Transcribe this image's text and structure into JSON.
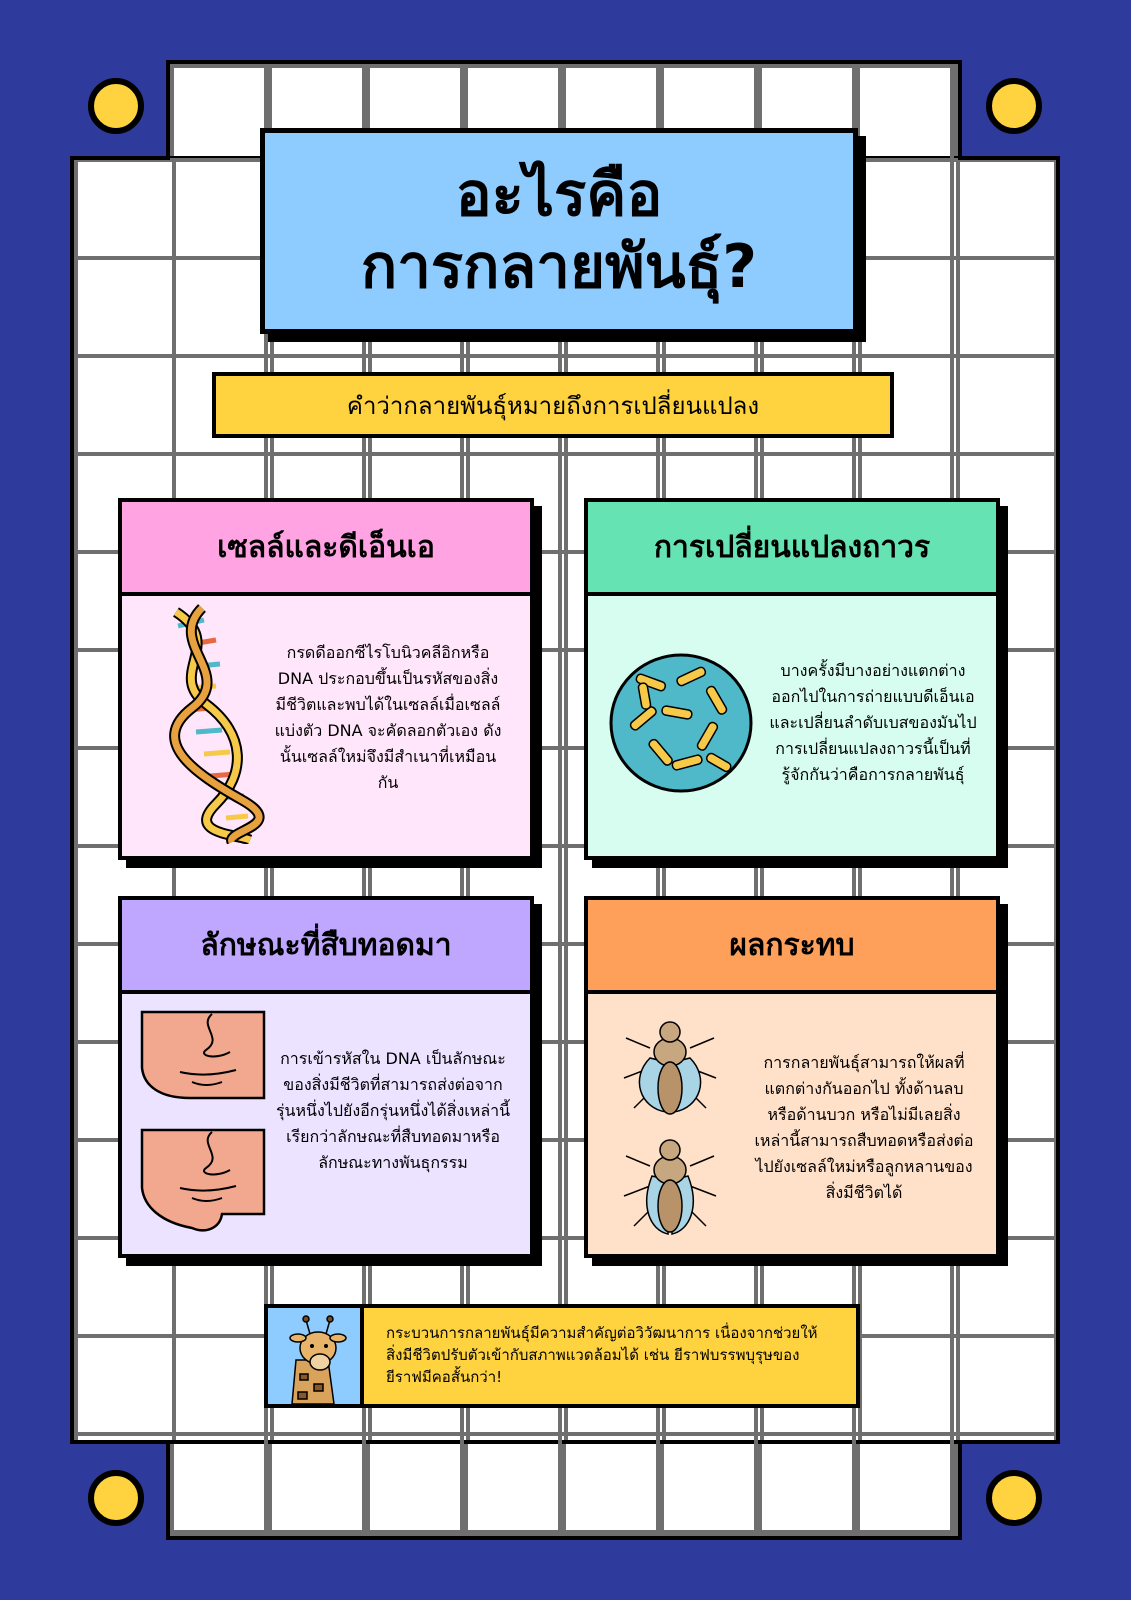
{
  "title": {
    "line1": "อะไรคือ",
    "line2": "การกลายพันธุ์?"
  },
  "subtitle": "คำว่ากลายพันธุ์หมายถึงการเปลี่ยนแปลง",
  "cards": [
    {
      "heading": "เซลล์และดีเอ็นเอ",
      "text": "กรดดีออกซีไรโบนิวคลีอิกหรือ DNA ประกอบขึ้นเป็นรหัสของสิ่งมีชีวิตและพบได้ในเซลล์เมื่อเซลล์แบ่งตัว DNA จะคัดลอกตัวเอง ดังนั้นเซลล์ใหม่จึงมีสำเนาที่เหมือนกัน",
      "icon": "dna-helix-icon"
    },
    {
      "heading": "การเปลี่ยนแปลงถาวร",
      "text": "บางครั้งมีบางอย่างแตกต่างออกไปในการถ่ายแบบดีเอ็นเอและเปลี่ยนลำดับเบสของมันไป การเปลี่ยนแปลงถาวรนี้เป็นที่รู้จักกันว่าคือการกลายพันธุ์",
      "icon": "chromosome-cell-icon"
    },
    {
      "heading": "ลักษณะที่สืบทอดมา",
      "text": "การเข้ารหัสใน DNA เป็นลักษณะของสิ่งมีชีวิตที่สามารถส่งต่อจากรุ่นหนึ่งไปยังอีกรุ่นหนึ่งได้สิ่งเหล่านี้เรียกว่าลักษณะที่สืบทอดมาหรือลักษณะทางพันธุกรรม",
      "icon": "faces-icon"
    },
    {
      "heading": "ผลกระทบ",
      "text": "การกลายพันธุ์สามารถให้ผลที่แตกต่างกันออกไป ทั้งด้านลบหรือด้านบวก หรือไม่มีเลยสิ่งเหล่านี้สามารถสืบทอดหรือส่งต่อไปยังเซลล์ใหม่หรือลูกหลานของสิ่งมีชีวิตได้",
      "icon": "flies-icon"
    }
  ],
  "footer": {
    "text": "กระบวนการกลายพันธุ์มีความสำคัญต่อวิวัฒนาการ เนื่องจากช่วยให้สิ่งมีชีวิตปรับตัวเข้ากับสภาพแวดล้อมได้ เช่น ยีราฟบรรพบุรุษของยีราฟมีคอสั้นกว่า!",
    "icon": "giraffe-icon"
  },
  "colors": {
    "background": "#2f3b9c",
    "accent_yellow": "#ffd23f",
    "title_blue": "#8ecbff",
    "pink_head": "#ffa3e3",
    "pink_body": "#ffe6fa",
    "green_head": "#66e3b3",
    "green_body": "#d6fdf0",
    "purple_head": "#bfa6ff",
    "purple_body": "#ebe3ff",
    "orange_head": "#ffa05a",
    "orange_body": "#ffe1c9"
  }
}
